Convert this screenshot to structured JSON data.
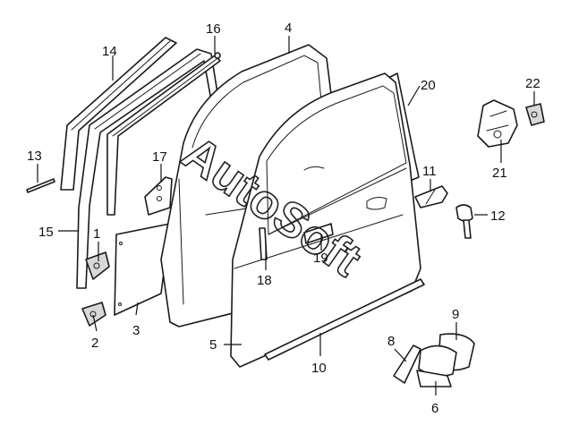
{
  "watermark": "AutoSoft",
  "callouts": [
    {
      "id": "1",
      "label": "1"
    },
    {
      "id": "2",
      "label": "2"
    },
    {
      "id": "3",
      "label": "3"
    },
    {
      "id": "4",
      "label": "4"
    },
    {
      "id": "5",
      "label": "5"
    },
    {
      "id": "6",
      "label": "6"
    },
    {
      "id": "8",
      "label": "8"
    },
    {
      "id": "9",
      "label": "9"
    },
    {
      "id": "10",
      "label": "10"
    },
    {
      "id": "11",
      "label": "11"
    },
    {
      "id": "12",
      "label": "12"
    },
    {
      "id": "13",
      "label": "13"
    },
    {
      "id": "14",
      "label": "14"
    },
    {
      "id": "15",
      "label": "15"
    },
    {
      "id": "16",
      "label": "16"
    },
    {
      "id": "17",
      "label": "17"
    },
    {
      "id": "18",
      "label": "18"
    },
    {
      "id": "19",
      "label": "19"
    },
    {
      "id": "20",
      "label": "20"
    },
    {
      "id": "21",
      "label": "21"
    },
    {
      "id": "22",
      "label": "22"
    }
  ]
}
